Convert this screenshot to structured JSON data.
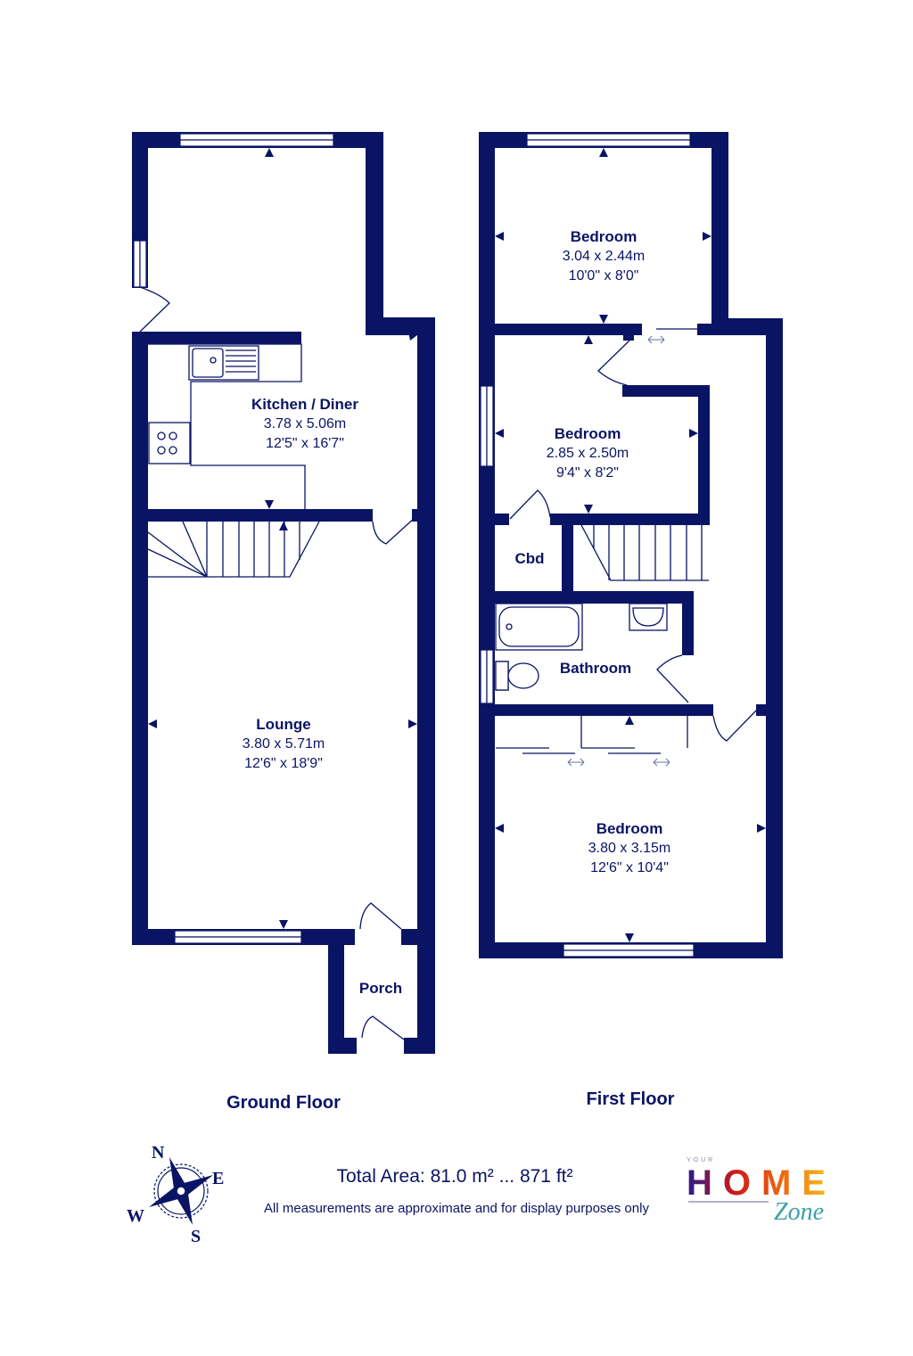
{
  "colors": {
    "wall": "#0a1464",
    "background": "#ffffff"
  },
  "floors": {
    "ground": {
      "title": "Ground Floor",
      "rooms": [
        {
          "name": "Kitchen / Diner",
          "metric": "3.78 x 5.06m",
          "imperial": "12'5\" x 16'7\""
        },
        {
          "name": "Lounge",
          "metric": "3.80 x 5.71m",
          "imperial": "12'6\" x 18'9\""
        },
        {
          "name": "Porch"
        }
      ]
    },
    "first": {
      "title": "First Floor",
      "rooms": [
        {
          "name": "Bedroom",
          "metric": "3.04 x 2.44m",
          "imperial": "10'0\" x 8'0\""
        },
        {
          "name": "Bedroom",
          "metric": "2.85 x 2.50m",
          "imperial": "9'4\" x 8'2\""
        },
        {
          "name": "Cbd"
        },
        {
          "name": "Bathroom"
        },
        {
          "name": "Bedroom",
          "metric": "3.80 x 3.15m",
          "imperial": "12'6\" x 10'4\""
        }
      ]
    }
  },
  "footer": {
    "total_area": "Total Area: 81.0 m² ... 871 ft²",
    "disclaimer": "All measurements are approximate and for display purposes only",
    "compass": {
      "n": "N",
      "e": "E",
      "s": "S",
      "w": "W"
    },
    "logo": {
      "top": "YOUR",
      "main": "HOME",
      "script": "Zone"
    }
  }
}
